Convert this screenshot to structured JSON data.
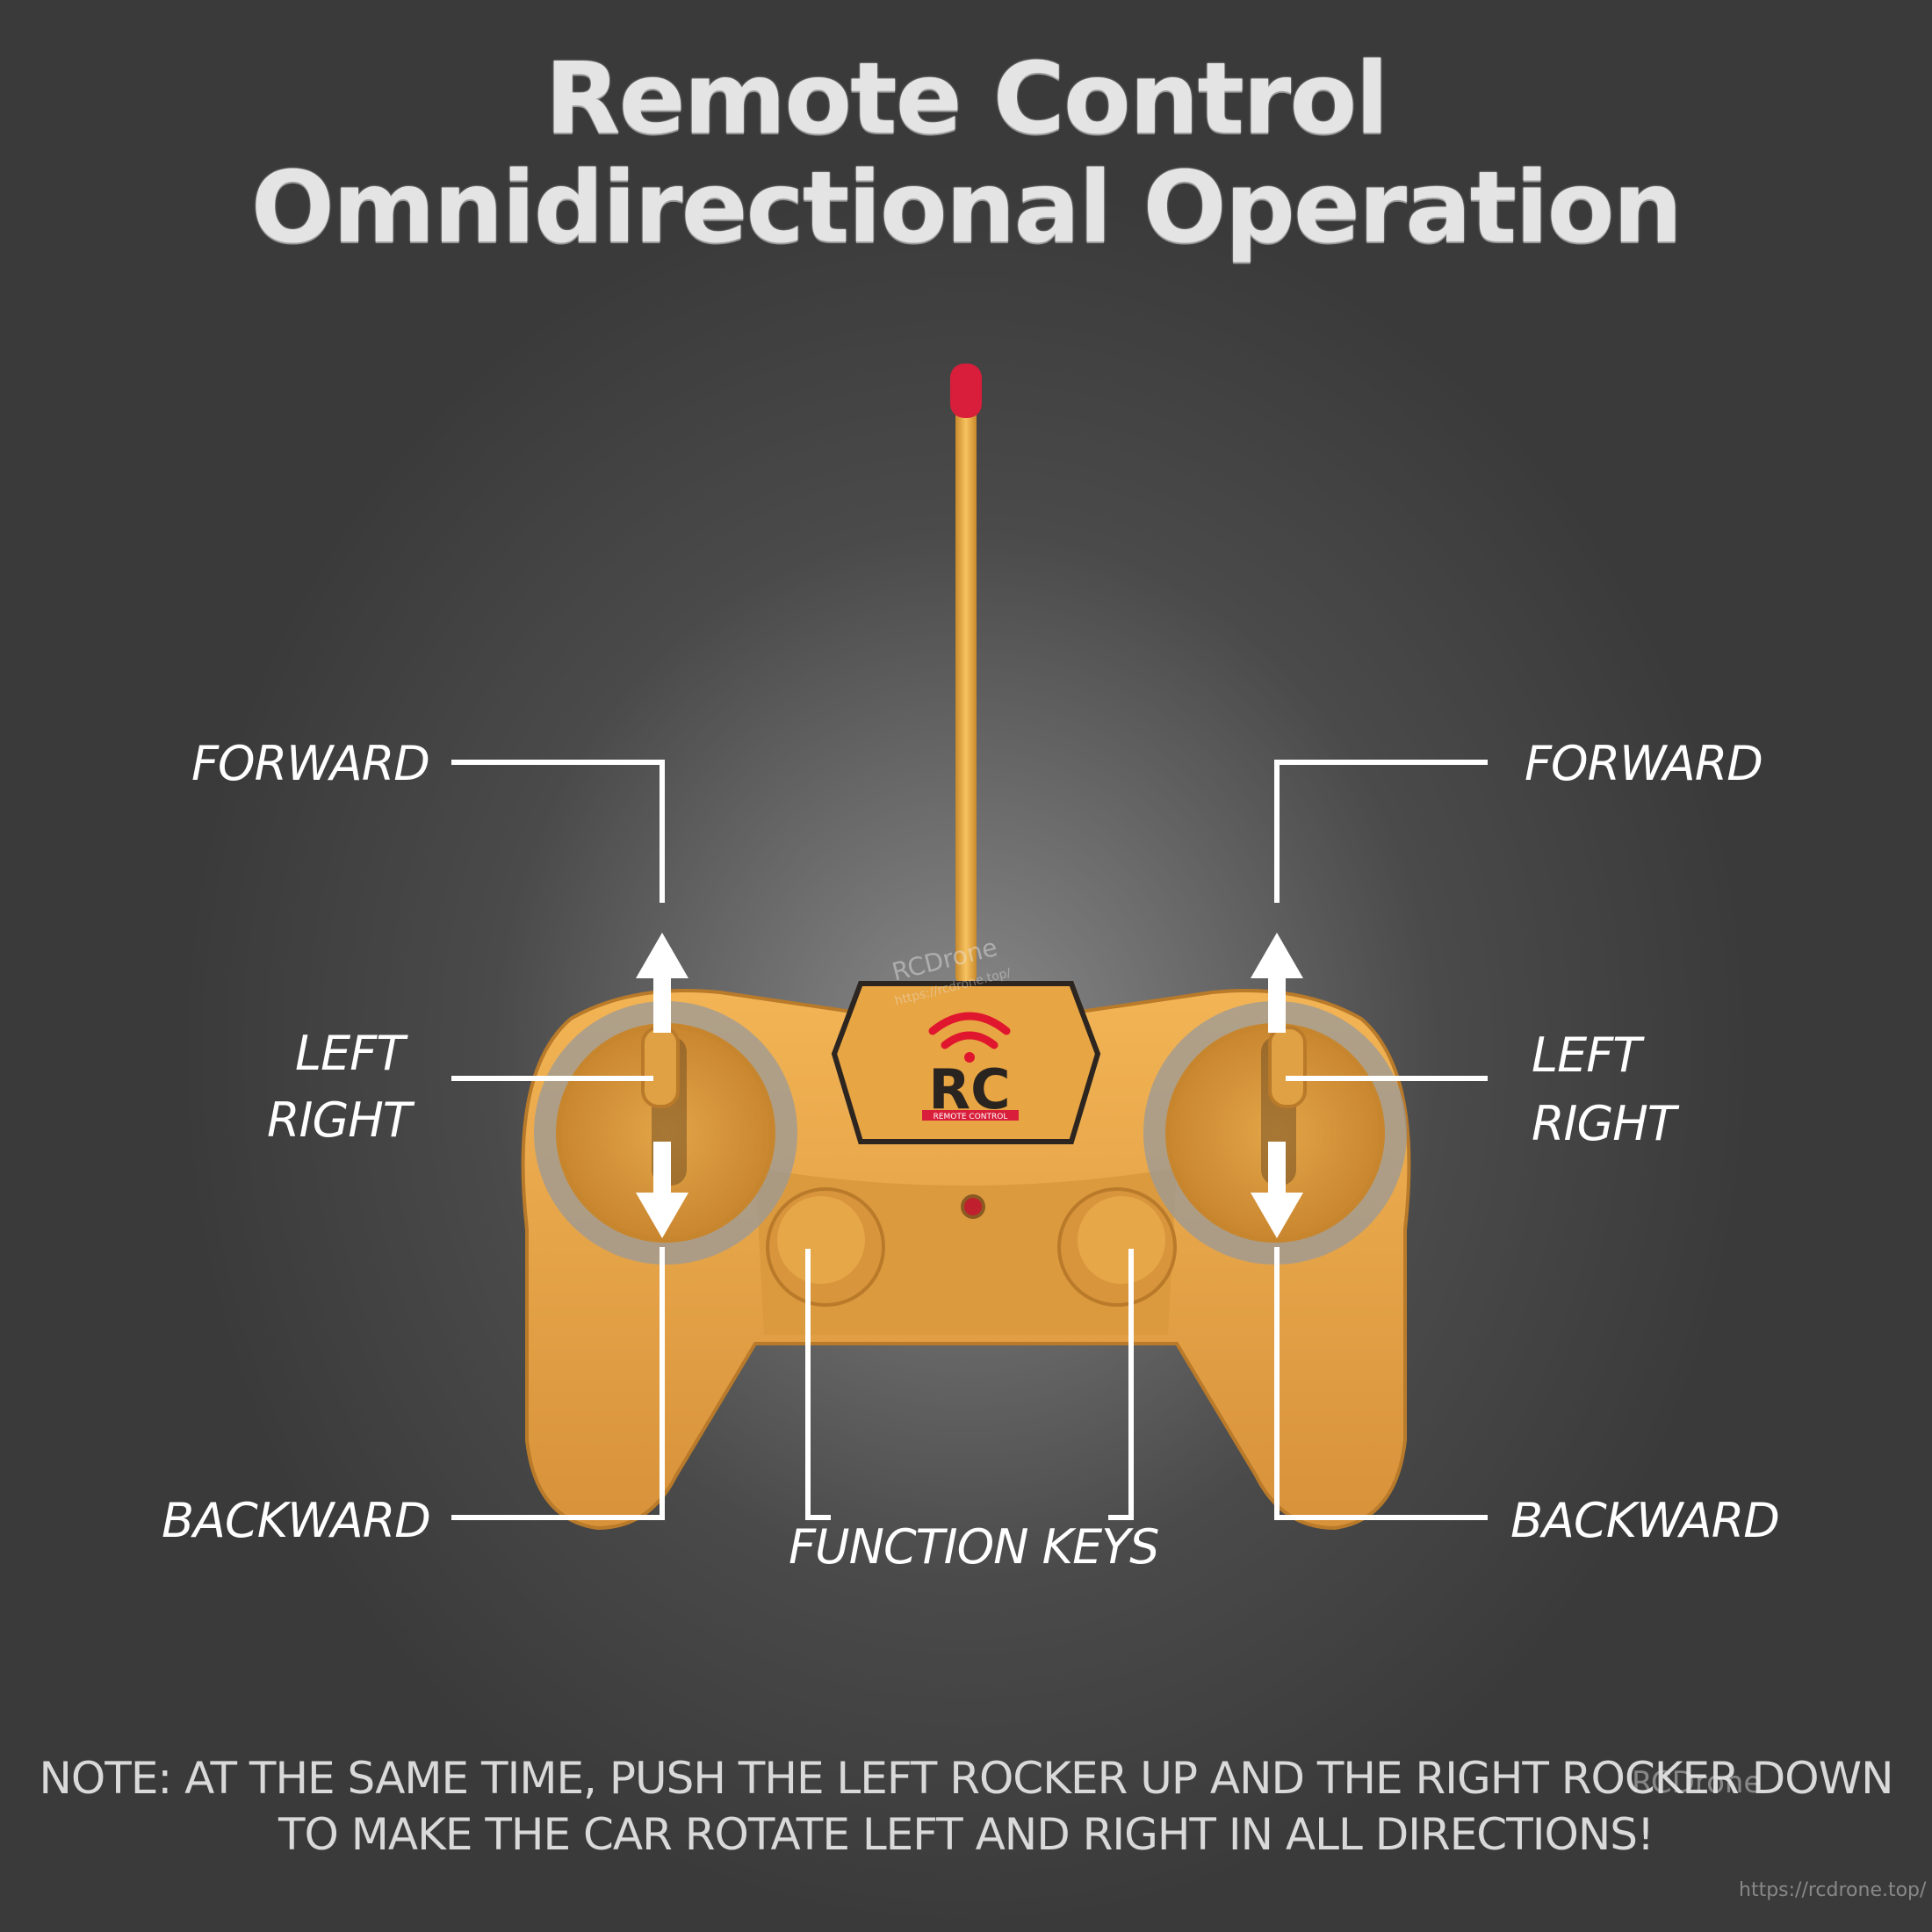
{
  "title": {
    "line1": "Remote Control",
    "line2": "Omnidirectional Operation"
  },
  "controller": {
    "logo_text": "RC",
    "logo_subtext": "REMOTE CONTROL",
    "body_color": "#e9a63c",
    "antenna_tip_color": "#d81e3a",
    "wifi_icon_color": "#e0162f"
  },
  "labels": {
    "left_forward": "FORWARD",
    "left_left": "LEFT",
    "left_right": "RIGHT",
    "left_backward": "BACKWARD",
    "right_forward": "FORWARD",
    "right_left": "LEFT",
    "right_right": "RIGHT",
    "right_backward": "BACKWARD",
    "function_keys": "FUNCTION KEYS"
  },
  "note": {
    "line1": "NOTE: AT THE SAME TIME, PUSH THE LEFT ROCKER UP AND THE RIGHT ROCKER DOWN",
    "line2": "TO MAKE THE CAR ROTATE LEFT AND RIGHT IN ALL DIRECTIONS!"
  },
  "watermarks": {
    "brand": "RCDrone",
    "url": "https://rcdrone.top/"
  }
}
